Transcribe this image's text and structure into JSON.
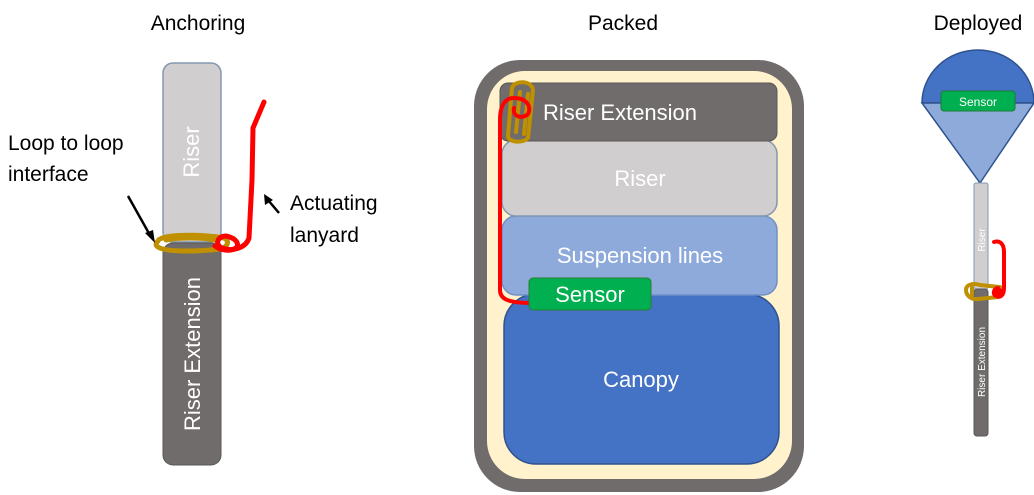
{
  "headings": {
    "anchoring": "Anchoring",
    "packed": "Packed",
    "deployed": "Deployed"
  },
  "anchoring": {
    "riser": "Riser",
    "riser_extension": "Riser Extension",
    "loop_label_line1": "Loop to loop",
    "loop_label_line2": "interface",
    "lanyard_label_line1": "Actuating",
    "lanyard_label_line2": "lanyard"
  },
  "packed": {
    "riser_extension": "Riser Extension",
    "riser": "Riser",
    "suspension_lines": "Suspension lines",
    "sensor": "Sensor",
    "canopy": "Canopy"
  },
  "deployed": {
    "sensor": "Sensor",
    "riser": "Riser",
    "riser_extension": "Riser Extension"
  },
  "colors": {
    "riser": "#d0cece",
    "riser_extension": "#706c6c",
    "suspension_lines": "#8eaadb",
    "canopy": "#4472c4",
    "sensor": "#00b050",
    "lanyard": "#ff0000",
    "loop": "#bf9000",
    "pack_bg": "#fff2cc",
    "pack_outer": "#706c6c"
  }
}
